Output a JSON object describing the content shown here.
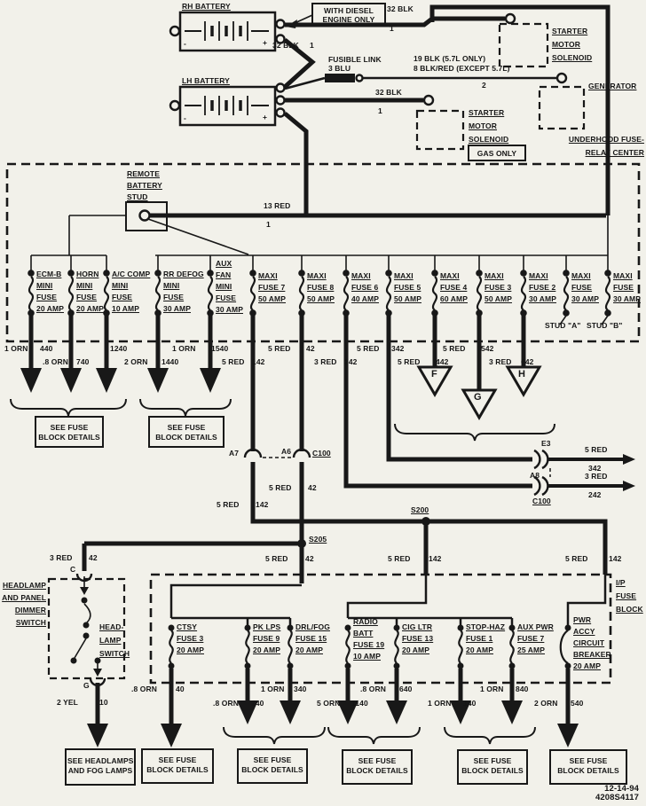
{
  "stamp": {
    "date": "12-14-94",
    "code": "4208S4117"
  },
  "batteries": {
    "rh": "RH BATTERY",
    "lh": "LH BATTERY",
    "minus": "-",
    "plus": "+",
    "diesel_note": "WITH DIESEL\nENGINE ONLY",
    "gas_note": "GAS ONLY"
  },
  "components": {
    "starter_solenoid": "STARTER\nMOTOR\nSOLENOID",
    "generator": "GENERATOR",
    "underhood_center": "UNDERHOOD FUSE-\nRELAY CENTER",
    "remote_stud": "REMOTE\nBATTERY\nSTUD",
    "ip_block": "I/P\nFUSE\nBLOCK",
    "headlamp_dimmer": "HEADLAMP\nAND PANEL\nDIMMER\nSWITCH",
    "headlamp_switch": "HEAD-\nLAMP\nSWITCH",
    "fusible_link": "FUSIBLE LINK\n3 BLU"
  },
  "top_wires": {
    "w32": "32 BLK",
    "w19": "19 BLK (5.7L ONLY)\n8 BLK/RED (EXCEPT 5.7L)",
    "w13": "13 RED",
    "n1": "1",
    "n2": "2"
  },
  "underhood_fuses": [
    {
      "label": "ECM-B\nMINI\nFUSE\n20 AMP"
    },
    {
      "label": "HORN\nMINI\nFUSE\n20 AMP"
    },
    {
      "label": "A/C COMP\nMINI\nFUSE\n10 AMP"
    },
    {
      "label": "RR DEFOG\nMINI\nFUSE\n30 AMP"
    },
    {
      "label": "AUX\nFAN\nMINI\nFUSE\n30 AMP"
    },
    {
      "label": "MAXI\nFUSE 7\n50 AMP"
    },
    {
      "label": "MAXI\nFUSE 8\n50 AMP"
    },
    {
      "label": "MAXI\nFUSE 6\n40 AMP"
    },
    {
      "label": "MAXI\nFUSE 5\n50 AMP"
    },
    {
      "label": "MAXI\nFUSE 4\n60 AMP"
    },
    {
      "label": "MAXI\nFUSE 3\n50 AMP"
    },
    {
      "label": "MAXI\nFUSE 2\n30 AMP"
    },
    {
      "label": "MAXI\nFUSE\n30 AMP"
    },
    {
      "label": "MAXI\nFUSE\n30 AMP"
    }
  ],
  "studs": {
    "a": "STUD \"A\"",
    "b": "STUD \"B\""
  },
  "underhood_wire_labels": [
    {
      "t": "1 ORN"
    },
    {
      "t": "440"
    },
    {
      "t": ".8 ORN"
    },
    {
      "t": "740"
    },
    {
      "t": "1240"
    },
    {
      "t": "2 ORN"
    },
    {
      "t": "1 ORN"
    },
    {
      "t": "1440"
    },
    {
      "t": "1540"
    },
    {
      "t": "5 RED"
    },
    {
      "t": "5 RED"
    },
    {
      "t": "142"
    },
    {
      "t": "42"
    },
    {
      "t": "3 RED"
    },
    {
      "t": "5 RED"
    },
    {
      "t": "242"
    },
    {
      "t": "342"
    },
    {
      "t": "5 RED"
    },
    {
      "t": "442"
    },
    {
      "t": "5 RED"
    },
    {
      "t": "542"
    },
    {
      "t": "3 RED"
    },
    {
      "t": "642"
    }
  ],
  "connectors": {
    "a7": "A7",
    "a6": "A6",
    "c100": "C100",
    "e3": "E3",
    "a8": "A8",
    "s205": "S205",
    "s200": "S200",
    "c": "C",
    "g": "G",
    "f": "F",
    "g2": "G",
    "h": "H"
  },
  "dist": {
    "red5": "5 RED",
    "red3": "3 RED",
    "yel2": "2 YEL",
    "c42": "42",
    "c142": "142",
    "c242": "242",
    "c342": "342",
    "c10": "10"
  },
  "ip_fuses": [
    {
      "label": "CTSY\nFUSE 3\n20 AMP"
    },
    {
      "label": "PK LPS\nFUSE 9\n20 AMP"
    },
    {
      "label": "DRL/FOG\nFUSE 15\n20 AMP"
    },
    {
      "label": "RADIO\nBATT\nFUSE 19\n10 AMP"
    },
    {
      "label": "CIG LTR\nFUSE 13\n20 AMP"
    },
    {
      "label": "STOP-HAZ\nFUSE 1\n20 AMP"
    },
    {
      "label": "AUX PWR\nFUSE 7\n25 AMP"
    },
    {
      "label": "PWR\nACCY\nCIRCUIT\nBREAKER\n20 AMP"
    }
  ],
  "ip_wire_labels": [
    {
      "t": ".8 ORN"
    },
    {
      "t": "40"
    },
    {
      "t": ".8 ORN"
    },
    {
      "t": "240"
    },
    {
      "t": "1 ORN"
    },
    {
      "t": "340"
    },
    {
      "t": "5 ORN"
    },
    {
      "t": "1140"
    },
    {
      "t": ".8 ORN"
    },
    {
      "t": "640"
    },
    {
      "t": "1 ORN"
    },
    {
      "t": "140"
    },
    {
      "t": "1 ORN"
    },
    {
      "t": "840"
    },
    {
      "t": "2 ORN"
    },
    {
      "t": "540"
    }
  ],
  "callouts": {
    "see_fuse": "SEE FUSE\nBLOCK DETAILS",
    "see_headlamps": "SEE HEADLAMPS\nAND FOG LAMPS"
  }
}
